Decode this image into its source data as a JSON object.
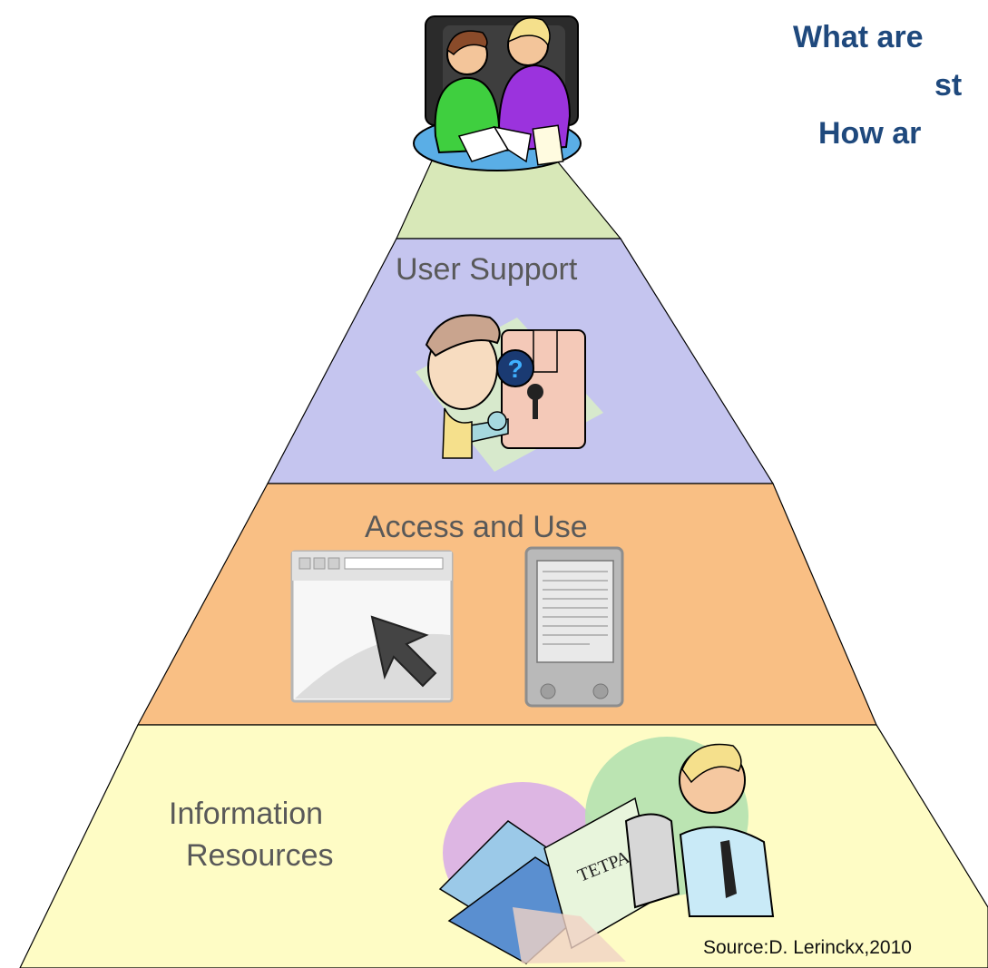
{
  "questions": {
    "line1": "What are",
    "line2": "st",
    "line3": "How ar"
  },
  "pyramid": {
    "levels": [
      {
        "key": "top",
        "label": "",
        "color": "#d8e8b8"
      },
      {
        "key": "user_support",
        "label": "User Support",
        "color": "#c5c5ef"
      },
      {
        "key": "access_and_use",
        "label": "Access and Use",
        "color": "#f9bf84"
      },
      {
        "key": "information_resources",
        "label_line1": "Information",
        "label_line2": "Resources",
        "color": "#fefcc5"
      }
    ]
  },
  "source": "Source:D. Lerinckx,2010"
}
